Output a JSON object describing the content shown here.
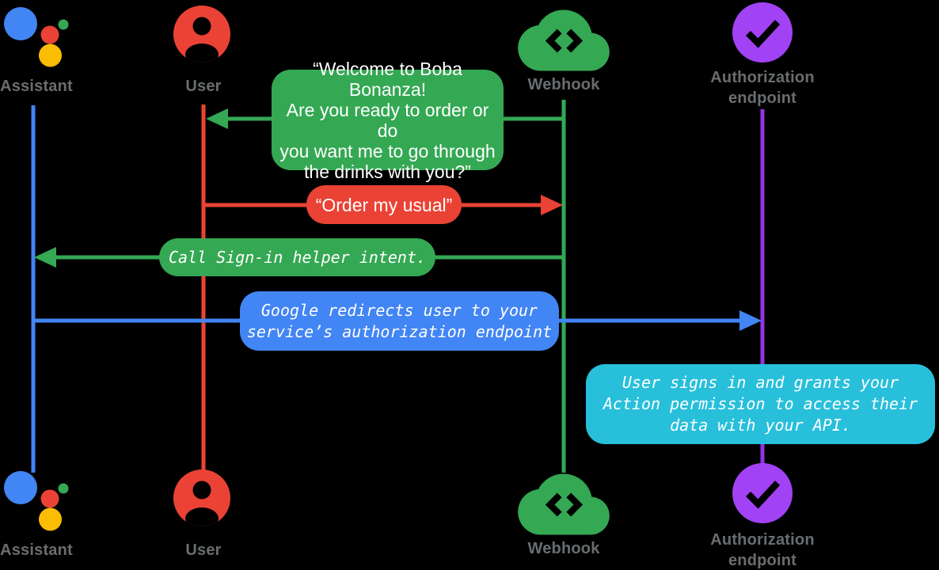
{
  "diagram_title": "Account linking sign-in sequence diagram",
  "palette": {
    "assistant_blue": "#4285F4",
    "user_red": "#EA4335",
    "webhook_green": "#34A853",
    "assistant_yellow": "#FBBC04",
    "auth_purple": "#A142F4",
    "auth_line_purple": "#9334E6",
    "note_cyan": "#28BFDB",
    "label_gray": "#6a6d70",
    "background": "#000000"
  },
  "actors": [
    {
      "id": "assistant",
      "label": "Assistant",
      "icon": "google-assistant-icon",
      "color": "#4285F4"
    },
    {
      "id": "user",
      "label": "User",
      "icon": "user-icon",
      "color": "#EA4335"
    },
    {
      "id": "webhook",
      "label": "Webhook",
      "icon": "cloud-code-icon",
      "color": "#34A853"
    },
    {
      "id": "auth_endpoint",
      "label": "Authorization\nendpoint",
      "icon": "check-circle-icon",
      "color": "#A142F4"
    }
  ],
  "messages": [
    {
      "from": "webhook",
      "to": "user",
      "kind": "speech-bubble",
      "color": "#34A853",
      "text": "“Welcome to Boba Bonanza!\nAre you ready to order or do\nyou want me to go through\nthe drinks with you?”"
    },
    {
      "from": "user",
      "to": "webhook",
      "kind": "speech-bubble",
      "color": "#EA4335",
      "text": "“Order my usual”"
    },
    {
      "from": "webhook",
      "to": "assistant",
      "kind": "system-step",
      "color": "#34A853",
      "text": "Call Sign-in helper intent."
    },
    {
      "from": "assistant",
      "to": "auth_endpoint",
      "kind": "system-step",
      "color": "#4285F4",
      "text": "Google redirects user to your\nservice’s authorization endpoint"
    },
    {
      "from": "auth_endpoint",
      "to": "auth_endpoint",
      "kind": "note",
      "color": "#28BFDB",
      "text": "User signs in and grants your\nAction permission to access their\ndata with your API."
    }
  ]
}
